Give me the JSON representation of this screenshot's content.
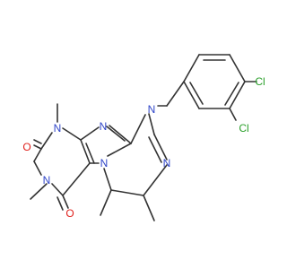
{
  "molecule": {
    "atom_labels": {
      "n_top_triazine": "N",
      "n_triazine_right": "N",
      "n_imidazole_top": "N",
      "n_methyl_9": "N",
      "n_methyl_7": "N",
      "n_bridge": "N",
      "o_upper": "O",
      "o_lower": "O",
      "cl_upper": "Cl",
      "cl_lower": "Cl"
    },
    "colors": {
      "bond": "#333333",
      "nitrogen": "#2f45c8",
      "oxygen": "#e0201b",
      "chlorine": "#2a9f2a"
    }
  }
}
